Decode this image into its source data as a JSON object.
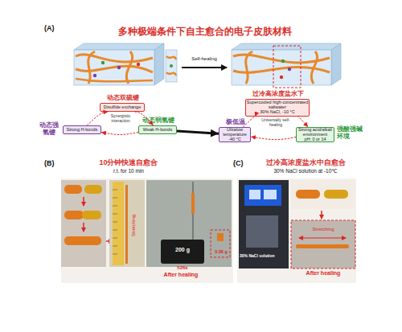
{
  "diagram": {
    "title": "多种极端条件下自主愈合的电子皮肤材料",
    "nodes": [
      {
        "text": [
          "动态双硫键",
          "Disulfide exchange"
        ]
      },
      {
        "text": [
          "动态强氢键",
          "Strong H-bonds"
        ]
      },
      {
        "text": [
          "动态弱氢键",
          "Weak H-bonds"
        ]
      },
      {
        "text": [
          "过冷高浓度盐水下",
          "Supercooled high-concentrated saltwater",
          "30% NaCl, -10 °C"
        ]
      },
      {
        "text": [
          "极低温",
          "Ultralow temperature",
          "-40 °C"
        ]
      },
      {
        "text": [
          "强酸强碱环境",
          "Strong acid/alkali environment",
          "pH: 0 or 14"
        ]
      }
    ],
    "edges": [
      {
        "from": 0,
        "to": 2,
        "arrow": "to"
      },
      {
        "from": 2,
        "to": 1,
        "arrow": "to"
      },
      {
        "from": 1,
        "to": 0,
        "arrow": "to"
      },
      {
        "from": 2,
        "to": 4,
        "arrow": "to"
      },
      {
        "from": 3,
        "to": 5,
        "arrow": "to"
      },
      {
        "from": 5,
        "to": 4,
        "arrow": "to"
      },
      {
        "from": 4,
        "to": 3,
        "arrow": "to"
      }
    ],
    "labels": [
      "(A)",
      "Self-healing",
      "Synergistic interaction",
      "Universally self-healing",
      "(B)",
      "10分钟快速自愈合",
      "r.t. for 10 min",
      "Stretching",
      "After healing",
      "0.38 g",
      "200 g",
      "526x",
      "(C)",
      "过冷高浓度盐水中自愈合",
      "30% NaCl solution at -10℃",
      "30% NaCl solution",
      "Stretching",
      "After healing"
    ]
  }
}
